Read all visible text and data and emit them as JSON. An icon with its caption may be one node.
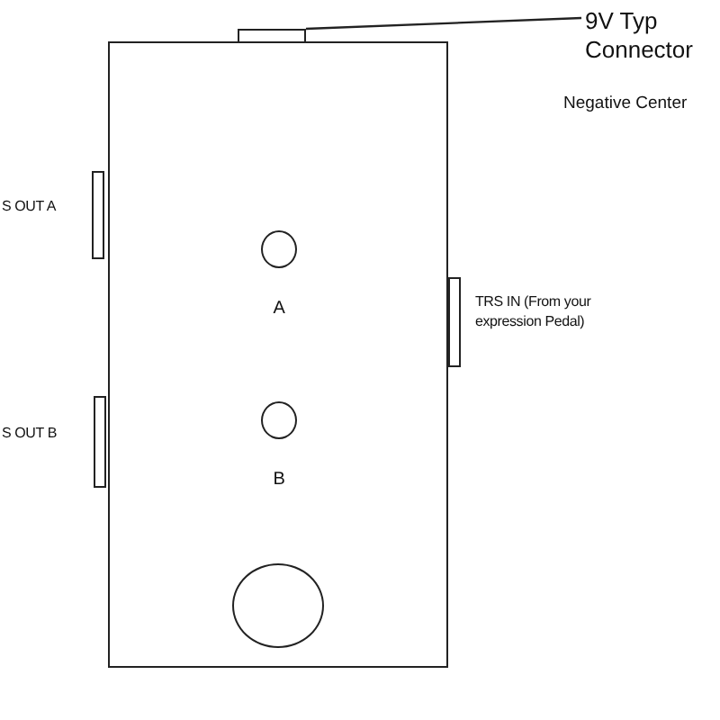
{
  "diagram": {
    "nodes": [
      {
        "text": [],
        "shape": "box"
      },
      {
        "text": [],
        "shape": "box"
      },
      {
        "text": [
          "9V Typ Connector"
        ]
      },
      {
        "text": [],
        "shape": "bar",
        "beside": [
          "S OUT A"
        ]
      },
      {
        "text": [],
        "shape": "bar",
        "beside": [
          "S OUT B"
        ]
      },
      {
        "text": [],
        "shape": "bar",
        "beside": [
          "TRS IN (From your expression Pedal)"
        ]
      },
      {
        "text": [],
        "shape": "circle",
        "in": 0,
        "beside": [
          "A"
        ]
      },
      {
        "text": [],
        "shape": "circle",
        "in": 0,
        "beside": [
          "B"
        ]
      },
      {
        "text": [],
        "shape": "circle",
        "in": 0
      }
    ],
    "edges": [
      {
        "from": 2,
        "to": 1,
        "arrow": "none"
      }
    ],
    "labels": [
      "Negative Center"
    ]
  }
}
